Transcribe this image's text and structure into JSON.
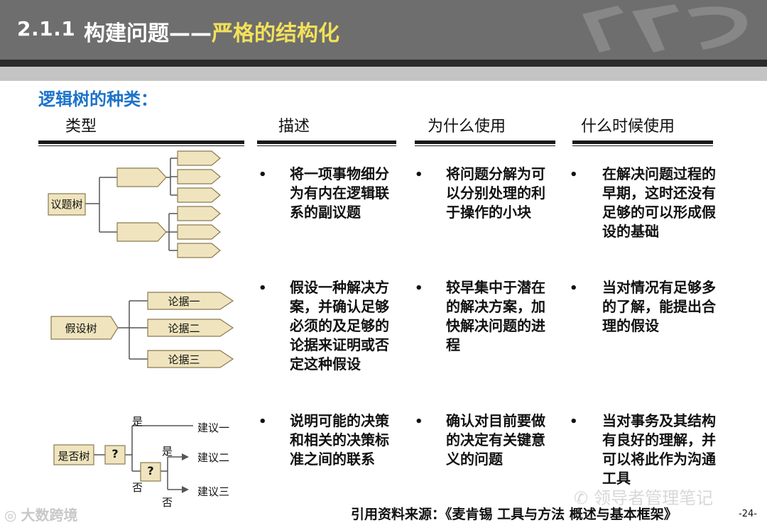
{
  "header": {
    "section_number": "2.1.1",
    "title_main": "构建问题——",
    "title_accent": "严格的结构化"
  },
  "subtitle": "逻辑树的种类：",
  "columns": [
    "类型",
    "描述",
    "为什么使用",
    "什么时候使用"
  ],
  "rows": [
    {
      "tree": {
        "root": "议题树"
      },
      "description": "将一项事物细分为有内在逻辑联系的副议题",
      "why": "将问题分解为可以分别处理的利于操作的小块",
      "when": "在解决问题过程的早期，这时还没有足够的可以形成假设的基础"
    },
    {
      "tree": {
        "root": "假设树",
        "branches": [
          "论据一",
          "论据二",
          "论据三"
        ]
      },
      "description": "假设一种解决方案，并确认足够必须的及足够的论据来证明或否定这种假设",
      "why": "较早集中于潜在的解决方案，加快解决问题的进程",
      "when": "当对情况有足够多的了解，能提出合理的假设"
    },
    {
      "tree": {
        "root": "是否树",
        "decision": "?",
        "yes": "是",
        "no": "否",
        "outcomes": [
          "建议一",
          "建议二",
          "建议三"
        ]
      },
      "description": "说明可能的决策和相关的决策标准之间的联系",
      "why": "确认对目前要做的决定有关键意义的问题",
      "when": "当对事务及其结构有良好的理解，并可以将此作为沟通工具"
    }
  ],
  "bullet": "•",
  "footer": {
    "source": "引用资料来源：《麦肯锡 工具与方法 概述与基本框架》",
    "page": "-24-"
  },
  "watermarks": {
    "left": "大数跨境",
    "right": "领导者管理笔记"
  },
  "colors": {
    "header_bg": "#6e6e6e",
    "title_accent": "#f3e15a",
    "subtitle": "#1e73c8",
    "box_fill": "#efe4bd",
    "box_stroke": "#8a7a50"
  }
}
